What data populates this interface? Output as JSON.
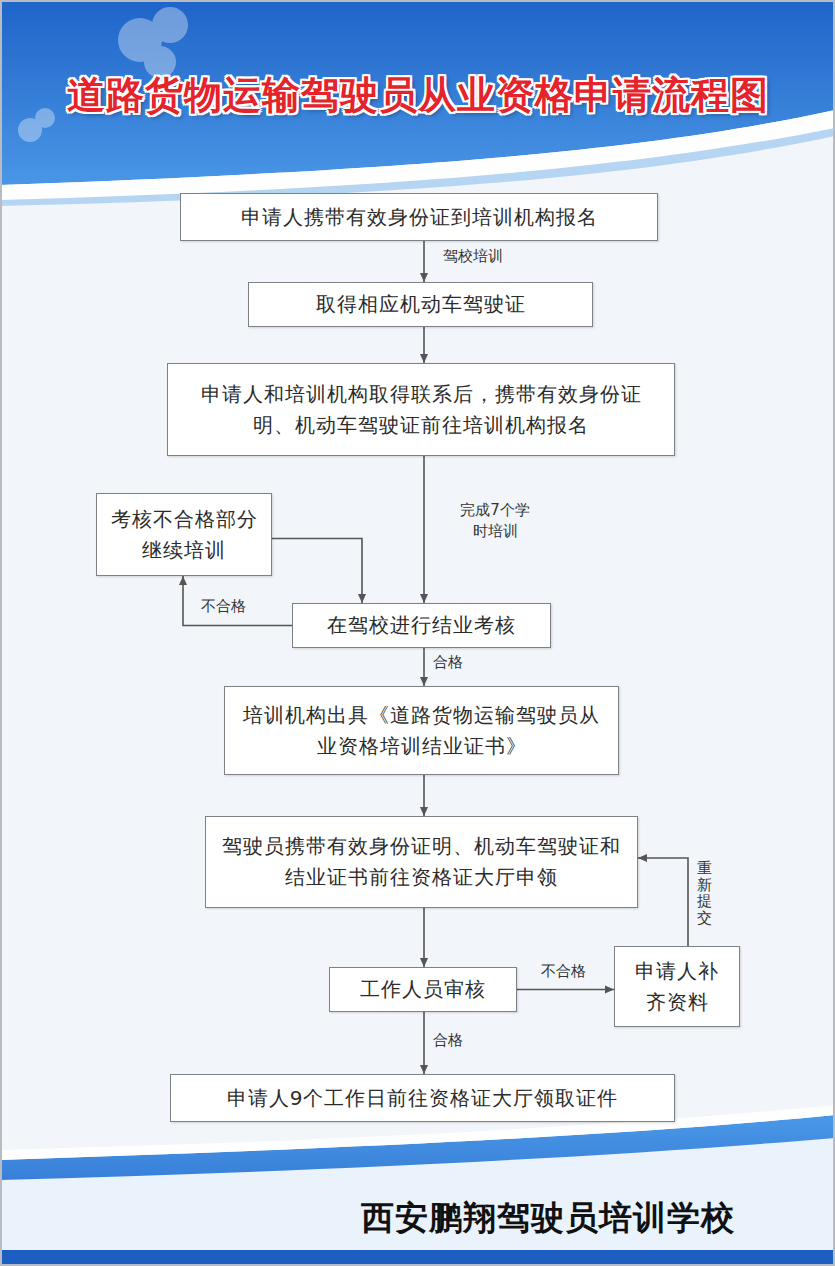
{
  "diagram": {
    "title": "道路货物运输驾驶员从业资格申请流程图",
    "nodes": [
      {
        "text": [
          "申请人携带有效身份证到培训机构报名"
        ]
      },
      {
        "text": [
          "取得相应机动车驾驶证"
        ]
      },
      {
        "text": [
          "申请人和培训机构取得联系后，携带有效身份证明、机动车驾驶证前往培训机构报名"
        ]
      },
      {
        "text": [
          "考核不合格部分继续培训"
        ]
      },
      {
        "text": [
          "在驾校进行结业考核"
        ]
      },
      {
        "text": [
          "培训机构出具《道路货物运输驾驶员从业资格培训结业证书》"
        ]
      },
      {
        "text": [
          "驾驶员携带有效身份证明、机动车驾驶证和结业证书前往资格证大厅申领"
        ]
      },
      {
        "text": [
          "工作人员审核"
        ]
      },
      {
        "text": [
          "申请人补齐资料"
        ]
      },
      {
        "text": [
          "申请人9个工作日前往资格证大厅领取证件"
        ]
      }
    ],
    "edges": [
      {
        "from": 0,
        "to": 1,
        "label": "驾校培训",
        "arrow": "to"
      },
      {
        "from": 1,
        "to": 2,
        "arrow": "to"
      },
      {
        "from": 2,
        "to": 4,
        "label": "完成7个学时培训",
        "arrow": "to"
      },
      {
        "from": 4,
        "to": 3,
        "label": "不合格",
        "arrow": "to"
      },
      {
        "from": 3,
        "to": 4,
        "arrow": "to"
      },
      {
        "from": 4,
        "to": 5,
        "label": "合格",
        "arrow": "to"
      },
      {
        "from": 5,
        "to": 6,
        "arrow": "to"
      },
      {
        "from": 6,
        "to": 7,
        "arrow": "to"
      },
      {
        "from": 7,
        "to": 8,
        "label": "不合格",
        "arrow": "to"
      },
      {
        "from": 8,
        "to": 6,
        "label": "重新提交",
        "arrow": "to"
      },
      {
        "from": 7,
        "to": 9,
        "label": "合格",
        "arrow": "to"
      }
    ],
    "labels": [
      "西安鹏翔驾驶员培训学校"
    ]
  }
}
